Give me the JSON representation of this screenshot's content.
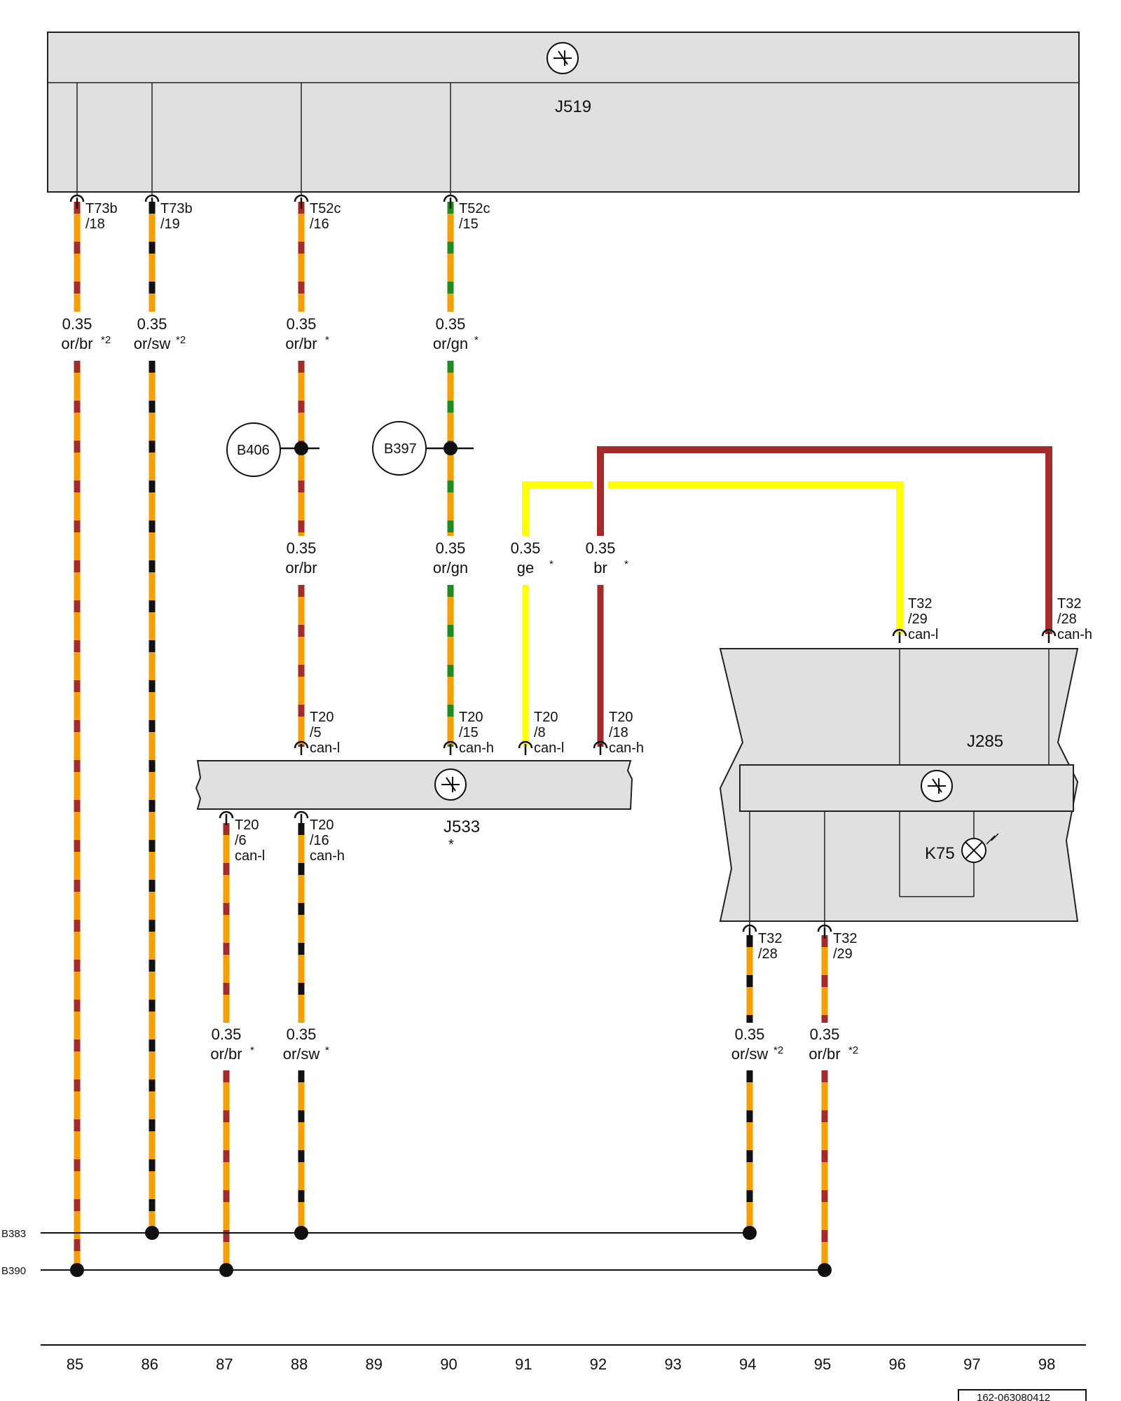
{
  "components": {
    "j519": "J519",
    "j533": "J533",
    "j533_note": "*",
    "j285": "J285",
    "k75": "K75",
    "b406": "B406",
    "b397": "B397"
  },
  "buses": {
    "b383": "B383",
    "b390": "B390"
  },
  "connectors": {
    "c85": [
      "T73b",
      "/18"
    ],
    "c86": [
      "T73b",
      "/19"
    ],
    "c88": [
      "T52c",
      "/16"
    ],
    "c90": [
      "T52c",
      "/15"
    ],
    "t20_5": [
      "T20",
      "/5",
      "can-l"
    ],
    "t20_15": [
      "T20",
      "/15",
      "can-h"
    ],
    "t20_8": [
      "T20",
      "/8",
      "can-l"
    ],
    "t20_18": [
      "T20",
      "/18",
      "can-h"
    ],
    "t20_6": [
      "T20",
      "/6",
      "can-l"
    ],
    "t20_16": [
      "T20",
      "/16",
      "can-h"
    ],
    "t32_29_top": [
      "T32",
      "/29",
      "can-l"
    ],
    "t32_28_top": [
      "T32",
      "/28",
      "can-h"
    ],
    "t32_28_bot": [
      "T32",
      "/28"
    ],
    "t32_29_bot": [
      "T32",
      "/29"
    ]
  },
  "wire_labels": {
    "w85": {
      "size": "0.35",
      "color": "or/br",
      "note": "*2"
    },
    "w86": {
      "size": "0.35",
      "color": "or/sw",
      "note": "*2"
    },
    "w88a": {
      "size": "0.35",
      "color": "or/br",
      "note": "*"
    },
    "w90a": {
      "size": "0.35",
      "color": "or/gn",
      "note": "*"
    },
    "w88b": {
      "size": "0.35",
      "color": "or/br"
    },
    "w90b": {
      "size": "0.35",
      "color": "or/gn"
    },
    "w91": {
      "size": "0.35",
      "color": "ge",
      "note": "*"
    },
    "w92": {
      "size": "0.35",
      "color": "br",
      "note": "*"
    },
    "w87": {
      "size": "0.35",
      "color": "or/br",
      "note": "*"
    },
    "w88c": {
      "size": "0.35",
      "color": "or/sw",
      "note": "*"
    },
    "w94": {
      "size": "0.35",
      "color": "or/sw",
      "note": "*2"
    },
    "w95": {
      "size": "0.35",
      "color": "or/br",
      "note": "*2"
    }
  },
  "columns": [
    "85",
    "86",
    "87",
    "88",
    "89",
    "90",
    "91",
    "92",
    "93",
    "94",
    "95",
    "96",
    "97",
    "98"
  ],
  "page_ref": "162-063080412",
  "colors": {
    "or": "#f5a000",
    "br": "#a52a2a",
    "sw": "#111111",
    "gn": "#1e8c1e",
    "ge": "#ffff00",
    "box_fill": "#e0e0e0"
  }
}
